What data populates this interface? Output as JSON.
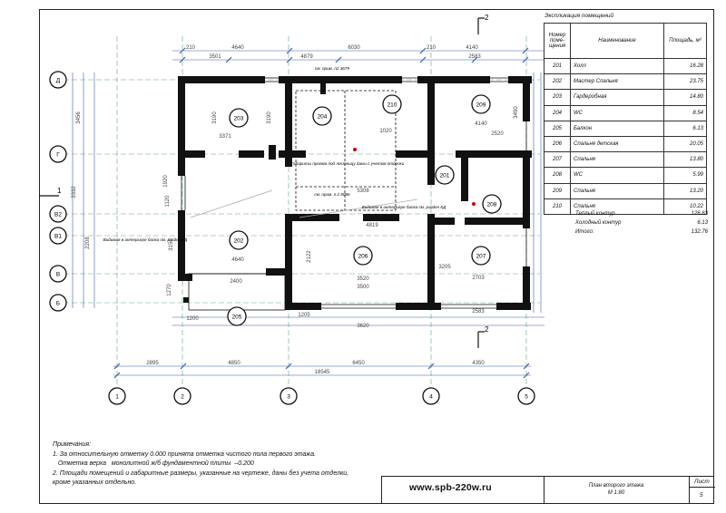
{
  "explication": {
    "title": "Экспликация помещений",
    "headers": {
      "number": "Номер поме- щения",
      "name": "Наименование",
      "area": "Площадь, м²"
    },
    "rooms": [
      {
        "num": "201",
        "name": "Холл",
        "area": "16.28"
      },
      {
        "num": "202",
        "name": "Мастер Спальня",
        "area": "23.75"
      },
      {
        "num": "203",
        "name": "Гардеробная",
        "area": "14.80"
      },
      {
        "num": "204",
        "name": "WC",
        "area": "8.54"
      },
      {
        "num": "205",
        "name": "Балкон",
        "area": "6.13"
      },
      {
        "num": "206",
        "name": "Спальня детская",
        "area": "20.05"
      },
      {
        "num": "207",
        "name": "Спальня",
        "area": "13.80"
      },
      {
        "num": "208",
        "name": "WC",
        "area": "5.99"
      },
      {
        "num": "209",
        "name": "Спальня",
        "area": "13.20"
      },
      {
        "num": "210",
        "name": "Спальня",
        "area": "10.22"
      }
    ],
    "totals": [
      {
        "label": "Теплый контур",
        "value": "126.63"
      },
      {
        "label": "Холодный контур",
        "value": "6.13"
      },
      {
        "label": "Итого:",
        "value": "132.76"
      }
    ]
  },
  "notes": {
    "heading": "Примечания:",
    "lines": [
      "1. За относительную отметку 0.000 принята отметка чистого пола первого этажа.",
      "   Отметка верха   монолитной ж/б фундаментной плиты  –0.200",
      "2. Площади помещений и габаритные размеры, указанные на чертеже, даны без учета отделки,",
      "кроме указанных отдельно."
    ]
  },
  "stamp": {
    "website": "www.spb-220w.ru",
    "sheet_title": "План второго этажа",
    "scale": "М 1:80",
    "list_label": "Лист",
    "list_number": "5"
  },
  "plan": {
    "axes_letters": [
      "Д",
      "Г",
      "В2",
      "В1",
      "В",
      "Б"
    ],
    "axes_numbers": [
      "1",
      "2",
      "3",
      "4",
      "5"
    ],
    "section_mark": "2",
    "section_mark_left": "1",
    "room_labels": [
      "203",
      "204",
      "210",
      "209",
      "202",
      "206",
      "201",
      "208",
      "207",
      "205"
    ],
    "dims_top": [
      "4640",
      "6030",
      "4140",
      "3501",
      "4879",
      "2583",
      "210",
      "210"
    ],
    "dims_bottom": [
      "2895",
      "4850",
      "6450",
      "4350",
      "18545"
    ],
    "dims_inner": [
      "3371",
      "3190",
      "4819",
      "4640",
      "2400",
      "3500",
      "3620",
      "3205",
      "2703",
      "2583",
      "2520",
      "4140",
      "3520",
      "1205",
      "1200",
      "5308",
      "3190",
      "1020",
      "2208",
      "3332",
      "2122",
      "3150",
      "1120",
      "1920",
      "1270",
      "3490",
      "3456"
    ],
    "annotations": [
      "Габариты проема под лестницу даны с учетом отделки",
      "Видимая в интерьере балка см. раздел КД",
      "Видимая в интерьере балка см. раздел КД",
      "см. прим. п.2 8086",
      "см. прим. п2 3679"
    ]
  }
}
